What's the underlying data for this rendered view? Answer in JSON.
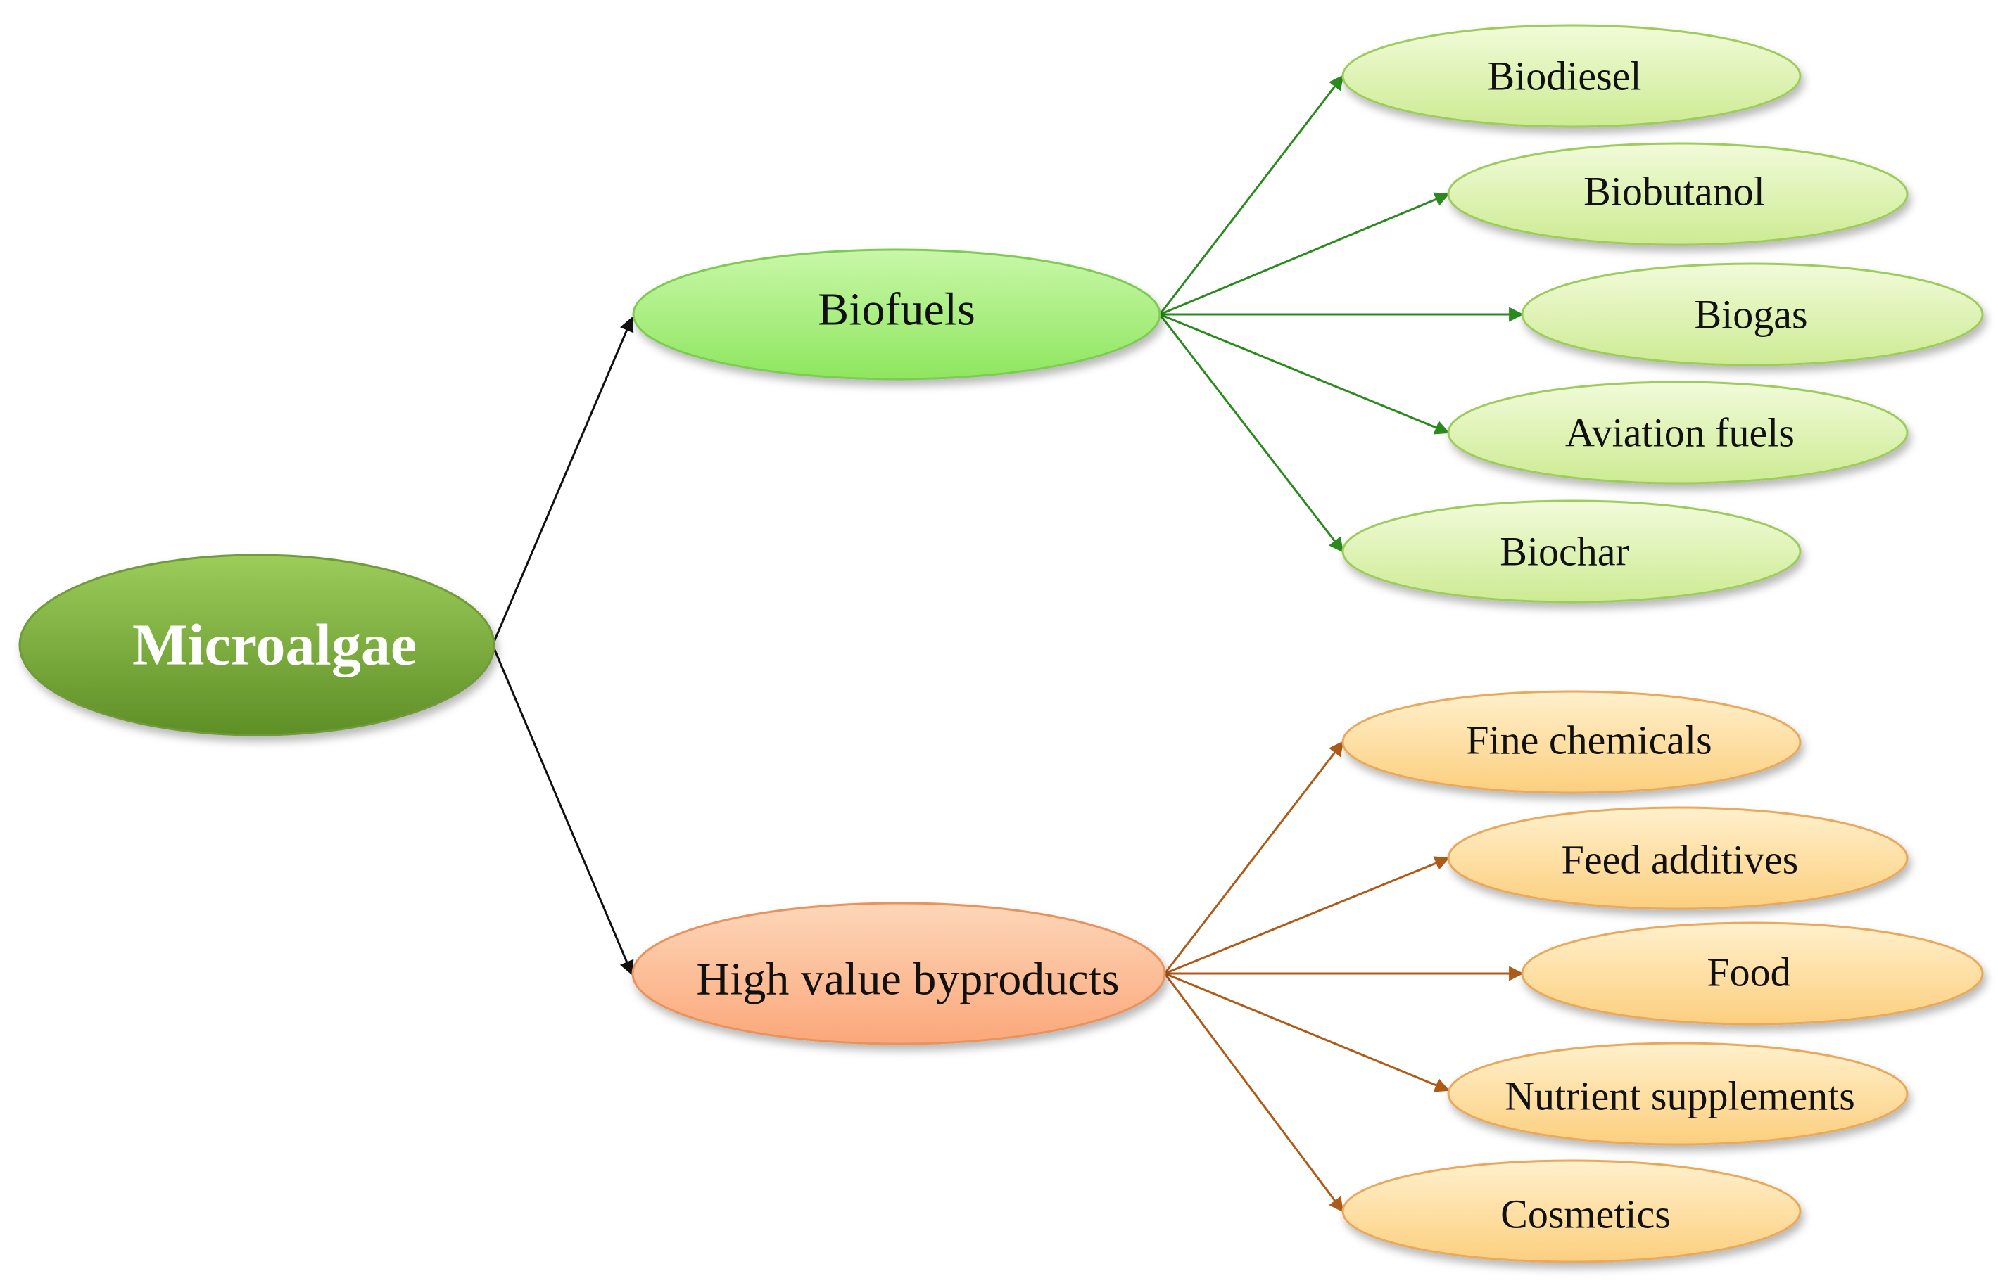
{
  "root": {
    "label": "Microalgae",
    "color": "#76a33b"
  },
  "branches": [
    {
      "label": "Biofuels",
      "color": "#a6ef7f",
      "edge_color": "#2b8a1e",
      "children": [
        "Biodiesel",
        "Biobutanol",
        "Biogas",
        "Aviation fuels",
        "Biochar"
      ],
      "leaf_color": "#dff4b6"
    },
    {
      "label": "High value byproducts",
      "color": "#fcc09a",
      "edge_color": "#b05a17",
      "children": [
        "Fine chemicals",
        "Feed additives",
        "Food",
        "Nutrient supplements",
        "Cosmetics"
      ],
      "leaf_color": "#fde0a6"
    }
  ]
}
